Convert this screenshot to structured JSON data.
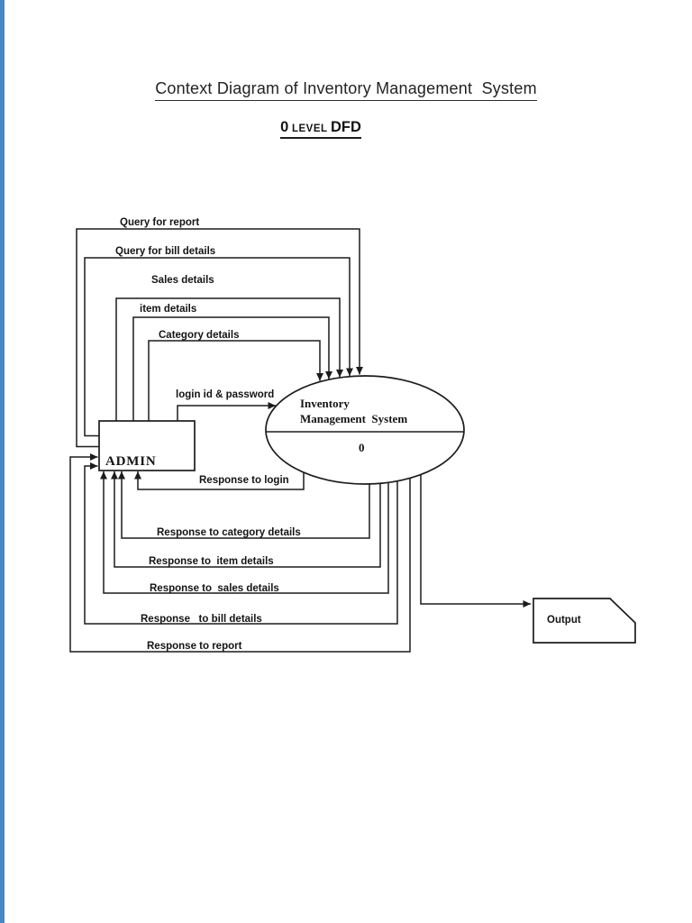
{
  "page": {
    "title": "Context Diagram of Inventory Management  System",
    "subtitle": {
      "zero": "0",
      "level": "LEVEL",
      "dfd": "DFD"
    },
    "edge_strip_color": "#4688c4"
  },
  "diagram": {
    "admin": {
      "label": "ADMIN"
    },
    "process": {
      "line1": "Inventory",
      "line2": "Management  System",
      "level": "0"
    },
    "output": {
      "label": "Output"
    },
    "flows": {
      "query_report": "Query for report",
      "query_bill": "Query for bill details",
      "sales": "Sales details",
      "item": "item details",
      "category": "Category details",
      "login": "login id & password",
      "resp_login": "Response to login",
      "resp_category": "Response to category details",
      "resp_item": "Response to  item details",
      "resp_sales": "Response to  sales details",
      "resp_bill": "Response   to bill details",
      "resp_report": "Response to report"
    }
  },
  "colors": {
    "ink": "#1c1c1c"
  }
}
